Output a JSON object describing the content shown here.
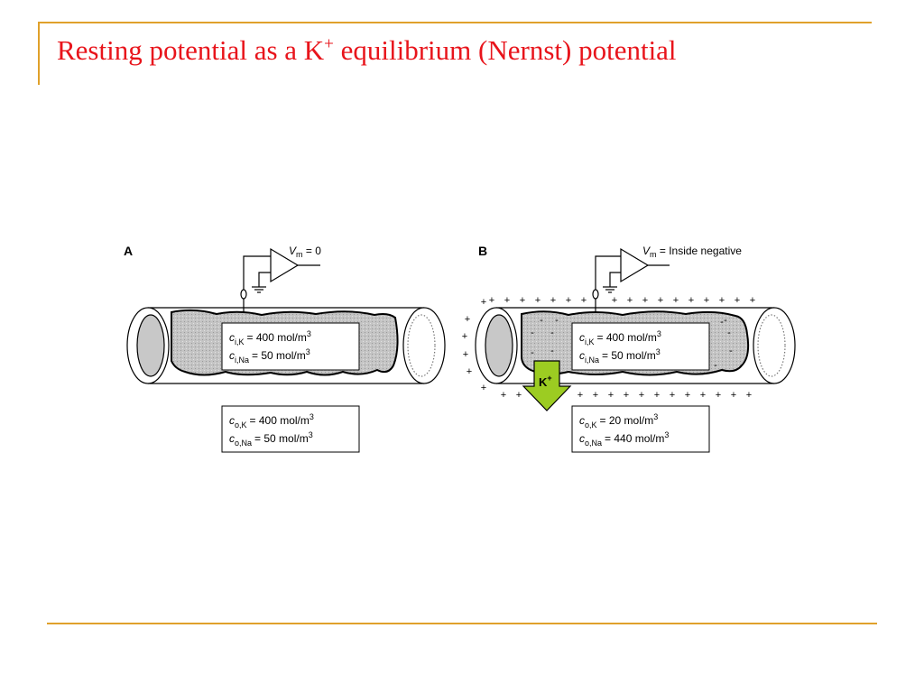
{
  "slide": {
    "title_before": "Resting potential as a K",
    "title_sup": "+",
    "title_after": " equilibrium (Nernst) potential"
  },
  "colors": {
    "accent_rule": "#e0a12b",
    "title": "#e8141b",
    "k_arrow": "#9ccc22"
  },
  "figure": {
    "panel_a": {
      "label": "A",
      "vm_symbol": "V",
      "vm_sub": "m",
      "vm_value": " = 0",
      "inside_box": [
        {
          "sym": "c",
          "sub": "i,K",
          "val": "= 400 mol/m",
          "pow": "3"
        },
        {
          "sym": "c",
          "sub": "i,Na",
          "val": "=  50 mol/m",
          "pow": "3"
        }
      ],
      "outside_box": [
        {
          "sym": "c",
          "sub": "o,K",
          "val": "= 400 mol/m",
          "pow": "3"
        },
        {
          "sym": "c",
          "sub": "o,Na",
          "val": "=  50 mol/m",
          "pow": "3"
        }
      ]
    },
    "panel_b": {
      "label": "B",
      "vm_symbol": "V",
      "vm_sub": "m",
      "vm_value": " = Inside negative",
      "inside_box": [
        {
          "sym": "c",
          "sub": "i,K",
          "val": "= 400 mol/m",
          "pow": "3"
        },
        {
          "sym": "c",
          "sub": "i,Na",
          "val": "=  50 mol/m",
          "pow": "3"
        }
      ],
      "outside_box": [
        {
          "sym": "c",
          "sub": "o,K",
          "val": "=  20 mol/m",
          "pow": "3"
        },
        {
          "sym": "c",
          "sub": "o,Na",
          "val": "= 440 mol/m",
          "pow": "3"
        }
      ],
      "ion_symbol": "K",
      "ion_charge": "+",
      "plus_sign": "+",
      "minus_sign": "-"
    }
  }
}
